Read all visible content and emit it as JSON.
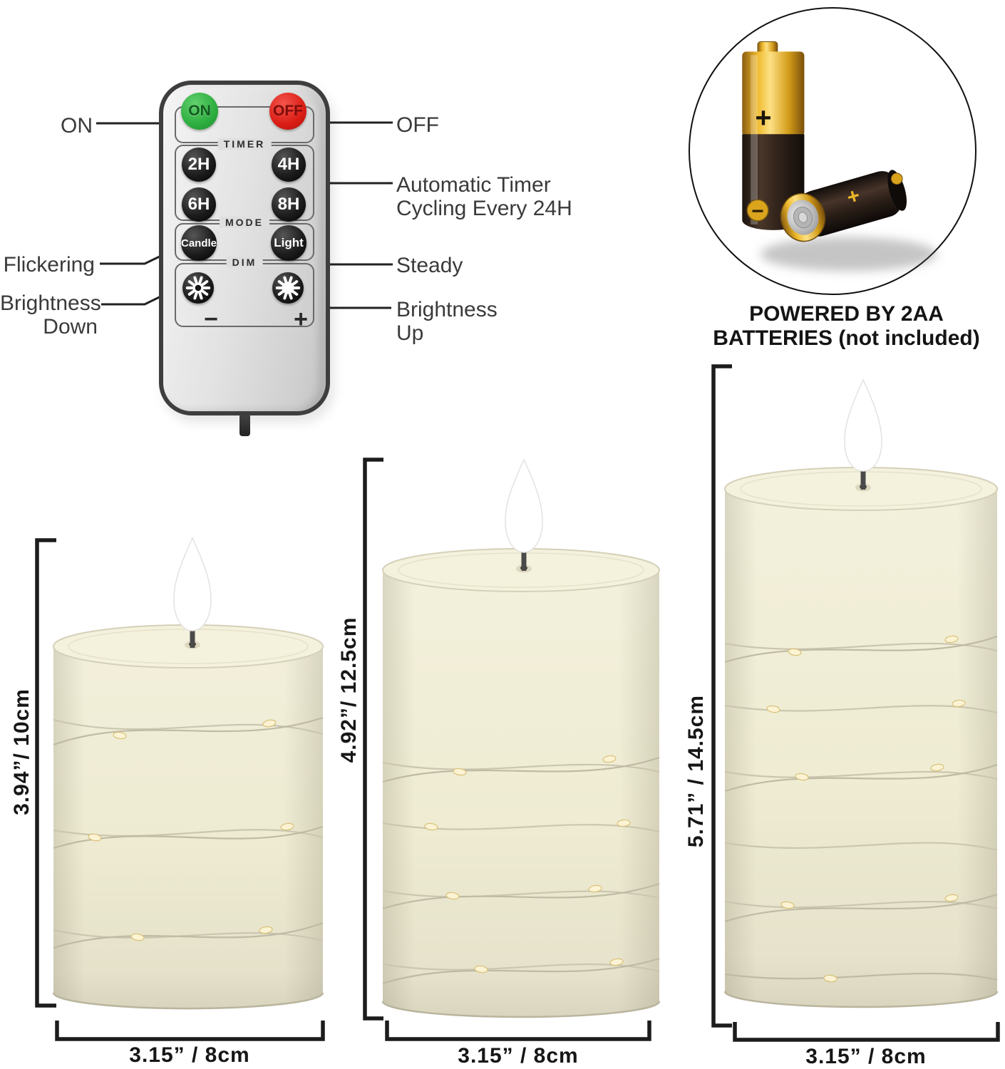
{
  "remote": {
    "power_on": "ON",
    "power_off": "OFF",
    "section_timer": "TIMER",
    "section_mode": "MODE",
    "section_dim": "DIM",
    "timer_buttons": [
      "2H",
      "4H",
      "6H",
      "8H"
    ],
    "mode_candle": "Candle",
    "mode_light": "Light",
    "dim_minus": "−",
    "dim_plus": "+"
  },
  "callouts": {
    "on": "ON",
    "off": "OFF",
    "timer_line1": "Automatic Timer",
    "timer_line2": "Cycling Every 24H",
    "flickering": "Flickering",
    "steady": "Steady",
    "brightness_down_line1": "Brightness",
    "brightness_down_line2": "Down",
    "brightness_up_line1": "Brightness",
    "brightness_up_line2": "Up"
  },
  "battery": {
    "caption_line1": "POWERED BY 2AA",
    "caption_line2": "BATTERIES (not included)",
    "plus_symbol": "+",
    "minus_symbol": "−"
  },
  "candles": [
    {
      "height_label": "3.94”/ 10cm",
      "width_label": "3.15” / 8cm"
    },
    {
      "height_label": "4.92”/ 12.5cm",
      "width_label": "3.15” / 8cm"
    },
    {
      "height_label": "5.71” / 14.5cm",
      "width_label": "3.15” / 8cm"
    }
  ],
  "colors": {
    "on_green": "#2dae3f",
    "off_red": "#da1d15",
    "candle_ivory": "#efecd4",
    "battery_gold": "#e9b629",
    "led_warm": "#f3e3a0",
    "line_black": "#222222"
  }
}
